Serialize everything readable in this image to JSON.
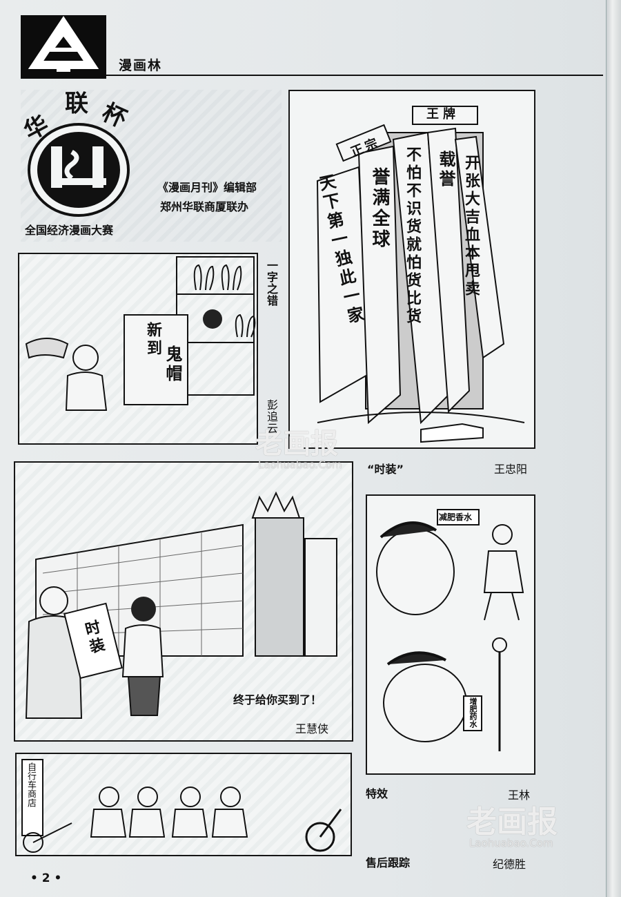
{
  "header": {
    "column_title": "漫画林"
  },
  "watermark": {
    "brand": "老画报",
    "site": "Laohuabao.Com"
  },
  "contest": {
    "cup_name": [
      "华",
      "联",
      "杯"
    ],
    "organizers": [
      "《漫画月刊》编辑部",
      "郑州华联商厦联办"
    ],
    "contest_name": "全国经济漫画大赛"
  },
  "cartoons": [
    {
      "title": "一字之错",
      "author": "彭追云",
      "sign_lines": [
        "新到",
        "鬼帽"
      ]
    },
    {
      "title": "“时装”",
      "author": "王忠阳",
      "labels": [
        "王牌",
        "正宗"
      ],
      "banners": [
        "天下第一独此一家",
        "誉满全球",
        "不怕不识货就怕货比货",
        "载誉",
        "开张大吉血本甩卖"
      ]
    },
    {
      "title": "终于给你买到了！",
      "author": "王慧侠",
      "bag_text": "时装"
    },
    {
      "title": "特效",
      "author": "王林",
      "bottle_label": "减肥香水",
      "bottle_label2": "增肥药水"
    },
    {
      "title": "售后跟踪",
      "author": "纪德胜",
      "shop_sign": "自行车商店"
    }
  ],
  "page_number": "• 2 •"
}
